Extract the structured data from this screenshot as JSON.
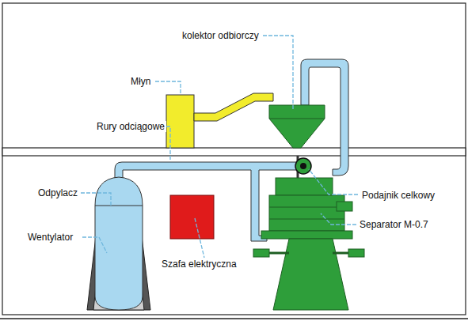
{
  "diagram": {
    "labels": [
      "kolektor odbiorczy",
      "Młyn",
      "Rury odciągowe",
      "Odpylacz",
      "Wentylator",
      "Szafa elektryczna",
      "Podajnik celkowy",
      "Separator M-0.7"
    ]
  }
}
